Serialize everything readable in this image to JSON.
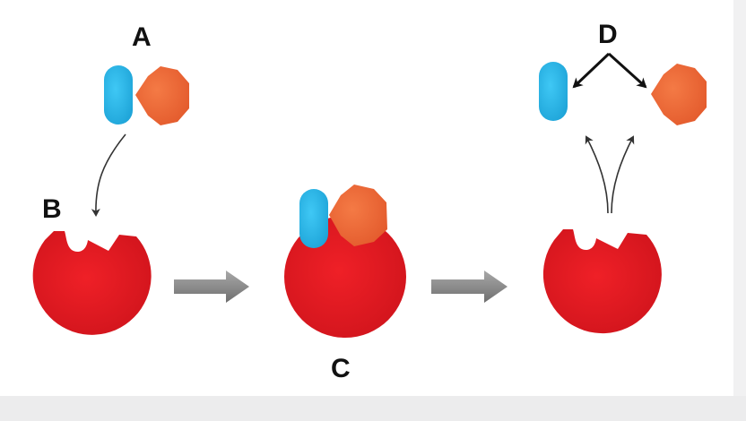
{
  "labels": {
    "a": "A",
    "b": "B",
    "c": "C",
    "d": "D"
  },
  "colors": {
    "enzyme": "#e31b23",
    "blue_part": "#29b6ea",
    "orange_part": "#ef6a3b",
    "arrow_gray": "#8c8c8c",
    "text": "#111111"
  }
}
